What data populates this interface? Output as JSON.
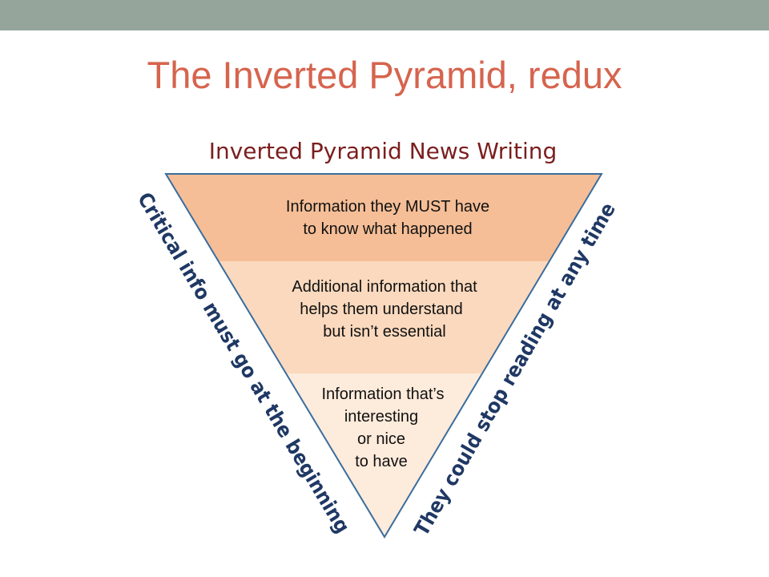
{
  "slide": {
    "title": "The Inverted Pyramid, redux"
  },
  "diagram": {
    "heading": "Inverted Pyramid News Writing",
    "tiers": [
      {
        "lines": [
          "Information they MUST have",
          "to know what happened"
        ]
      },
      {
        "lines": [
          "Additional information that",
          "helps them understand",
          "but isn’t essential"
        ]
      },
      {
        "lines": [
          "Information that’s",
          "interesting",
          "or nice",
          "to have"
        ]
      }
    ],
    "side_labels": {
      "left": "Critical info must go at the beginning",
      "right": "They could stop reading at any time"
    }
  },
  "colors": {
    "top_bar": "#95a59b",
    "title": "#d6644e",
    "heading": "#7b1e1e",
    "tier_1": "#f5be97",
    "tier_2": "#fad9be",
    "tier_3": "#fdebdb",
    "outline": "#3a6d9e",
    "side_label": "#1f3864",
    "body_text": "#111111"
  }
}
